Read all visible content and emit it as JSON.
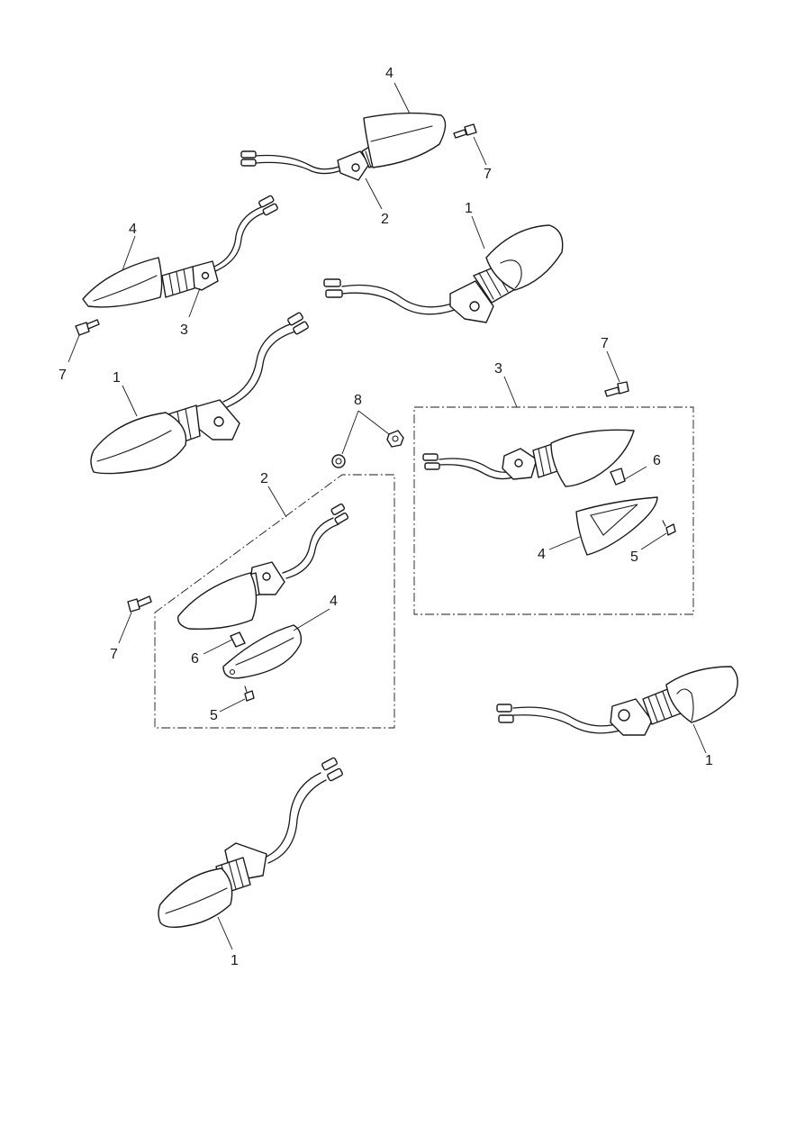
{
  "diagram": {
    "callouts": {
      "c1a": "4",
      "c1b": "7",
      "c1c": "2",
      "c2a": "4",
      "c2b": "3",
      "c2c": "7",
      "c3a": "1",
      "c4a": "1",
      "c5a": "8",
      "c6a": "7",
      "c6b": "3",
      "c6c": "6",
      "c6d": "4",
      "c6e": "5",
      "c7a": "2",
      "c7b": "4",
      "c7c": "7",
      "c7d": "6",
      "c7e": "5",
      "c8a": "1",
      "c9a": "1"
    },
    "colors": {
      "line": "#1a1a1a",
      "background": "#ffffff"
    }
  }
}
